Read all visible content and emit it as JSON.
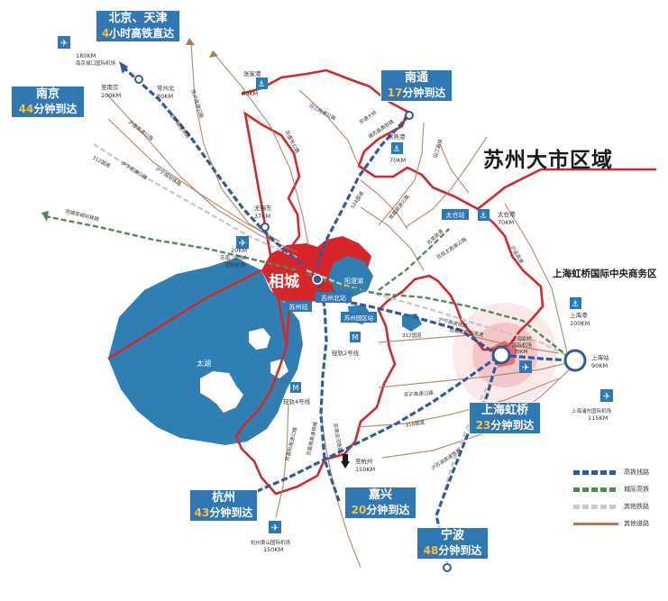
{
  "region_title": "苏州大市区域",
  "cbd_label": "上海虹桥国际中央商务区",
  "legend": [
    {
      "label": "高铁线路",
      "color": "#2f5b9c",
      "dash": "dashed"
    },
    {
      "label": "城际高铁",
      "color": "#4b8a5a",
      "dash": "dashed"
    },
    {
      "label": "其他铁路",
      "color": "#c9c9c9",
      "dash": "dashed"
    },
    {
      "label": "其他道路",
      "color": "#b07a5a",
      "dash": "solid"
    }
  ],
  "colors": {
    "lake": "#2f7fb3",
    "urban": "#d7262a",
    "boundary": "#d12a2a",
    "hsr": "#2f5b9c",
    "intercity": "#4b8a5a",
    "rail": "#c9c9c9",
    "road": "#b07a5a",
    "box": "#2f78b4",
    "highlight": "#f4c24a"
  },
  "callouts": {
    "beijing": {
      "line1": "北京、天津",
      "line2_num": "4",
      "line2_text": "小时高铁直达"
    },
    "nanjing": {
      "line1": "南京",
      "line2_num": "44",
      "line2_text": "分钟到达"
    },
    "nantong": {
      "line1": "南通",
      "line2_num": "17",
      "line2_text": "分钟到达"
    },
    "hongqiao": {
      "line1": "上海虹桥",
      "line2_num": "23",
      "line2_text": "分钟到达"
    },
    "hangzhou": {
      "line1": "杭州",
      "line2_num": "43",
      "line2_text": "分钟到达"
    },
    "jiaxing": {
      "line1": "嘉兴",
      "line2_num": "20",
      "line2_text": "分钟到达"
    },
    "ningbo": {
      "line1": "宁波",
      "line2_num": "48",
      "line2_text": "分钟到达"
    }
  },
  "places": {
    "xiangcheng": "相城",
    "suzhou_north": "苏州北站",
    "suzhou_station": "苏州站",
    "suzhou_park": "苏州园区站",
    "yangcheng_lake": "阳澄湖",
    "taihu": "太湖",
    "taicang_station": "太仓站",
    "taicang": "太仓港",
    "taicang_km": "70KM",
    "changshu": "常熟港",
    "changshu_km": "70KM",
    "zhangjiagang": "张家港",
    "zhangjiagang_km": "80KM",
    "changzhou_north": "常州北",
    "changzhou_km": "80KM",
    "wuxi_east": "无锡东",
    "wuxi_km": "37KM",
    "sunan_airport": "苏南（硕放）",
    "sunan_airport2": "国际机场",
    "sunan_km": "20KM",
    "nanjing_airport": "南京禄口国际机场",
    "nanjing_airport_km": "180KM",
    "to_nanjing": "至南京",
    "to_nanjing_km": "200KM",
    "jiangyin": "江阴大桥",
    "hongqiao_airport": "上海虹桥",
    "hongqiao_airport2": "国际机场",
    "hongqiao_km": "70KM",
    "shanghai_port": "上海港",
    "shanghai_port_km": "100KM",
    "shanghai_station": "上海站",
    "shanghai_station_km": "90KM",
    "pudong_airport": "上海浦东国际机场",
    "pudong_km": "115KM",
    "hangzhou_airport": "杭州萧山国际机场",
    "hangzhou_airport_km": "150KM",
    "to_jiaxing": "至杭州",
    "to_jiaxing_km": "150KM",
    "metro2": "轻轨2号线",
    "metro4": "轻轨4号线"
  },
  "roads": {
    "hurong": "沪蓉高速公路",
    "huning_rail": "沪宁高速铁路",
    "huning_road": "沪宁高速公路",
    "huning_intercity": "沪宁城际铁路",
    "g312_top": "312国道",
    "g312": "312国道",
    "g318": "318国道",
    "sujia": "苏嘉杭高速公路",
    "sujiahu": "苏嘉甬高速铁路",
    "suhang": "苏沪高速公路",
    "tonghu": "通苏嘉甬铁路",
    "hukun": "沪苏湖高速铁路",
    "huyu": "沪渝高速",
    "yanjiang": "沿江高速公路",
    "yanjiang_rail": "沿江高铁",
    "jingcheng": "京沪高速铁路",
    "jinghu_road": "京沪高速公路",
    "sujin": "苏锡常南部高速",
    "sushang": "苏常高速",
    "sukun": "苏昆太高速公路",
    "suzhou_ring": "524国道",
    "su_tong": "苏通大桥",
    "changjia": "常嘉高速公路",
    "jiangsu_coast": "江阴大桥",
    "sucheng": "苏虞张公路",
    "xitai": "锡太高速公路",
    "sunanyunhe": "苏南运河铁路",
    "jiangxia": "苏锡常城际铁路"
  }
}
